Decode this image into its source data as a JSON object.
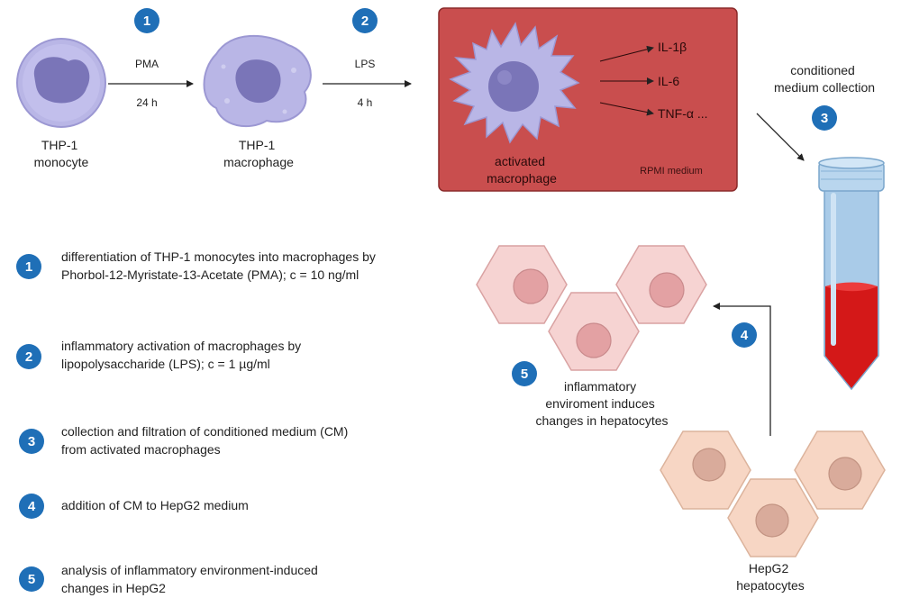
{
  "top_flow": {
    "step1_number": "1",
    "step2_number": "2",
    "step3_number": "3",
    "step4_number": "4",
    "step5_number": "5",
    "monocyte_label": [
      "THP-1",
      "monocyte"
    ],
    "macrophage_label": [
      "THP-1",
      "macrophage"
    ],
    "arrow1_top": "PMA",
    "arrow1_bottom": "24 h",
    "arrow2_top": "LPS",
    "arrow2_bottom": "4 h",
    "activated_label": [
      "activated",
      "macrophage"
    ],
    "cytokines": [
      "IL-1β",
      "IL-6",
      "TNF-α ..."
    ],
    "medium_label": "RPMI medium",
    "collection_label": [
      "conditioned",
      "medium collection"
    ]
  },
  "hepatocyte_section": {
    "induces_label": [
      "inflammatory",
      "enviroment induces",
      "changes in hepatocytes"
    ],
    "hepg2_label": [
      "HepG2",
      "hepatocytes"
    ]
  },
  "legend": [
    {
      "number": "1",
      "lines": [
        "differentiation of THP-1 monocytes into macrophages by",
        "Phorbol-12-Myristate-13-Acetate (PMA); c = 10 ng/ml"
      ]
    },
    {
      "number": "2",
      "lines": [
        "inflammatory activation of macrophages by",
        "lipopolysaccharide (LPS); c = 1 µg/ml"
      ]
    },
    {
      "number": "3",
      "lines": [
        "collection and filtration of conditioned medium (CM)",
        "from activated macrophages"
      ]
    },
    {
      "number": "4",
      "lines": [
        "addition of CM to HepG2 medium"
      ]
    },
    {
      "number": "5",
      "lines": [
        "analysis of inflammatory environment-induced",
        "changes in HepG2"
      ]
    }
  ],
  "colors": {
    "badge": "#1f6fb7",
    "cell_fill": "#b9b6e6",
    "nucleus": "#7a75b8",
    "box_fill": "#c94e4e",
    "box_stroke": "#8a2a2a",
    "tube_blue": "#a9cbe8",
    "tube_red": "#d41818",
    "hex_pink": "#f6d3d2",
    "nucleus_pink": "#e3a1a3",
    "hex_peach": "#f7d6c4",
    "nucleus_peach": "#d9ab9b"
  }
}
